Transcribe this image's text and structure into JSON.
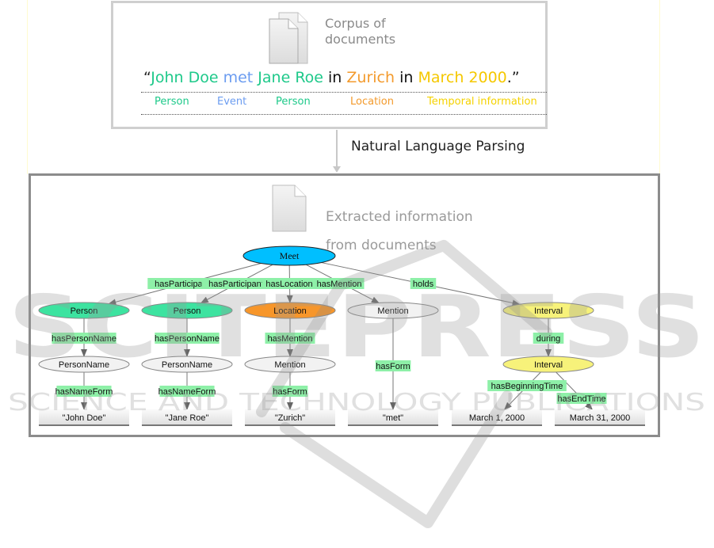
{
  "corpus": {
    "label_line1": "Corpus of",
    "label_line2": "documents",
    "sentence": [
      {
        "text": "“",
        "color": "#222222"
      },
      {
        "text": "John Doe",
        "color": "#1ec98a"
      },
      {
        "text": " met ",
        "color": "#6b9cf0"
      },
      {
        "text": "Jane Roe",
        "color": "#1ec98a"
      },
      {
        "text": " in ",
        "color": "#111111"
      },
      {
        "text": "Zurich",
        "color": "#f39a2c"
      },
      {
        "text": " in ",
        "color": "#111111"
      },
      {
        "text": "March 2000",
        "color": "#f5c800"
      },
      {
        "text": ".”",
        "color": "#222222"
      }
    ],
    "tags": [
      {
        "text": "Person",
        "color": "#1ec98a"
      },
      {
        "text": "Event",
        "color": "#6b9cf0"
      },
      {
        "text": "Person",
        "color": "#1ec98a"
      },
      {
        "text": "Location",
        "color": "#f39a2c"
      },
      {
        "text": "Temporal information",
        "color": "#f5d200"
      }
    ]
  },
  "process_label": "Natural Language Parsing",
  "extracted": {
    "label_line1": "Extracted information",
    "label_line2": "from documents"
  },
  "graph": {
    "nodes": [
      {
        "id": "meet",
        "label": "Meet",
        "shape": "ellipse",
        "fill": "#00bfff",
        "serif": true
      },
      {
        "id": "person1",
        "label": "Person",
        "shape": "ellipse",
        "fill": "#3de3a0"
      },
      {
        "id": "person2",
        "label": "Person",
        "shape": "ellipse",
        "fill": "#3de3a0"
      },
      {
        "id": "location",
        "label": "Location",
        "shape": "ellipse",
        "fill": "#f7962a"
      },
      {
        "id": "mention_top",
        "label": "Mention",
        "shape": "ellipse",
        "fill": "#f2f2f2"
      },
      {
        "id": "interval1",
        "label": "Interval",
        "shape": "ellipse",
        "fill": "#f7f27a"
      },
      {
        "id": "personname1",
        "label": "PersonName",
        "shape": "ellipse",
        "fill": "#f2f2f2"
      },
      {
        "id": "personname2",
        "label": "PersonName",
        "shape": "ellipse",
        "fill": "#f2f2f2"
      },
      {
        "id": "mention_loc",
        "label": "Mention",
        "shape": "ellipse",
        "fill": "#f2f2f2"
      },
      {
        "id": "interval2",
        "label": "Interval",
        "shape": "ellipse",
        "fill": "#f7f27a"
      },
      {
        "id": "lit_john",
        "label": "\"John Doe\"",
        "shape": "box",
        "fill": "#ececec"
      },
      {
        "id": "lit_jane",
        "label": "\"Jane Roe\"",
        "shape": "box",
        "fill": "#ececec"
      },
      {
        "id": "lit_zurich",
        "label": "\"Zurich\"",
        "shape": "box",
        "fill": "#ececec"
      },
      {
        "id": "lit_met",
        "label": "\"met\"",
        "shape": "box",
        "fill": "#ececec"
      },
      {
        "id": "lit_begin",
        "label": "March 1, 2000",
        "shape": "box",
        "fill": "#ececec"
      },
      {
        "id": "lit_end",
        "label": "March 31, 2000",
        "shape": "box",
        "fill": "#ececec"
      }
    ],
    "edges": [
      {
        "from": "meet",
        "to": "person1",
        "label": "hasParticipant"
      },
      {
        "from": "meet",
        "to": "person2",
        "label": "hasParticipant"
      },
      {
        "from": "meet",
        "to": "location",
        "label": "hasLocation"
      },
      {
        "from": "meet",
        "to": "mention_top",
        "label": "hasMention"
      },
      {
        "from": "meet",
        "to": "interval1",
        "label": "holds"
      },
      {
        "from": "person1",
        "to": "personname1",
        "label": "hasPersonName"
      },
      {
        "from": "person2",
        "to": "personname2",
        "label": "hasPersonName"
      },
      {
        "from": "location",
        "to": "mention_loc",
        "label": "hasMention"
      },
      {
        "from": "interval1",
        "to": "interval2",
        "label": "during"
      },
      {
        "from": "personname1",
        "to": "lit_john",
        "label": "hasNameForm"
      },
      {
        "from": "personname2",
        "to": "lit_jane",
        "label": "hasNameForm"
      },
      {
        "from": "mention_loc",
        "to": "lit_zurich",
        "label": "hasForm"
      },
      {
        "from": "mention_top",
        "to": "lit_met",
        "label": "hasForm"
      },
      {
        "from": "interval2",
        "to": "lit_begin",
        "label": "hasBeginningTime"
      },
      {
        "from": "interval2",
        "to": "lit_end",
        "label": "hasEndTime"
      }
    ],
    "edge_label_bg": "#8ef0a8"
  },
  "watermark": {
    "line1": "SCITEPRESS",
    "line2": "SCIENCE AND TECHNOLOGY PUBLICATIONS"
  }
}
